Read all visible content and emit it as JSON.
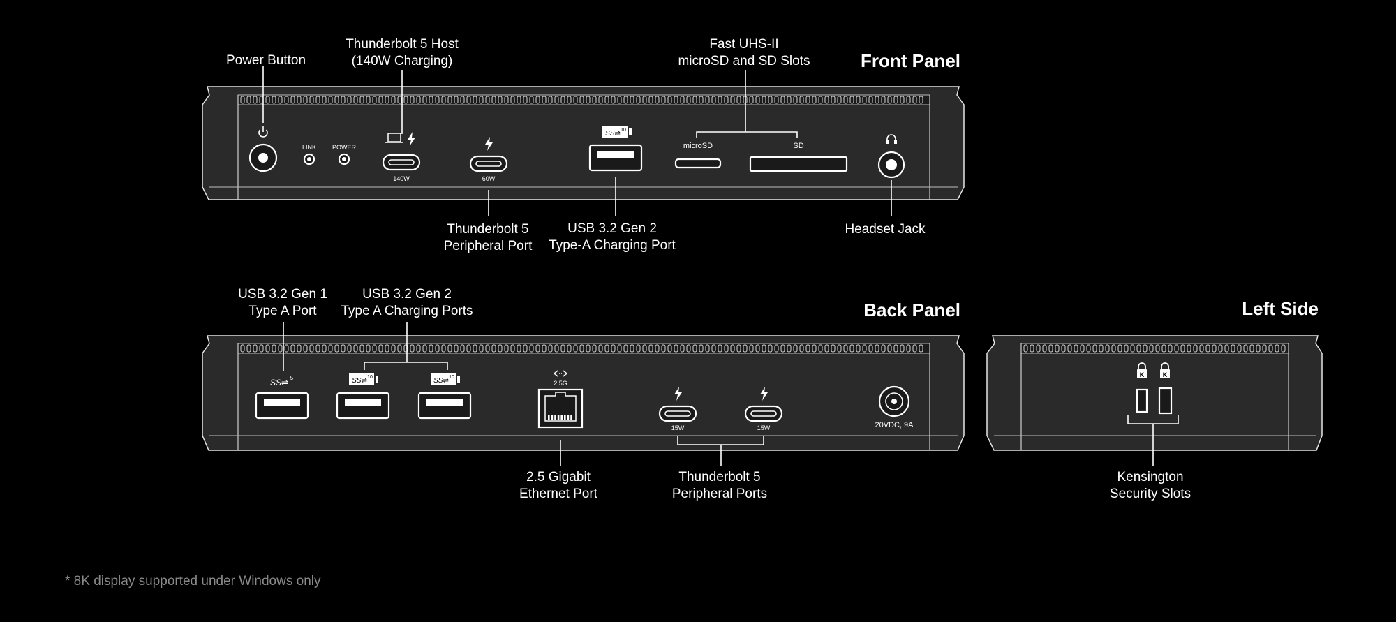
{
  "panels": {
    "front": "Front Panel",
    "back": "Back Panel",
    "left": "Left Side"
  },
  "front_labels": {
    "power_button": "Power Button",
    "tb5_host_line1": "Thunderbolt 5 Host",
    "tb5_host_line2": "(140W Charging)",
    "sd_line1": "Fast UHS-II",
    "sd_line2": "microSD and SD Slots",
    "tb5_periph_line1": "Thunderbolt 5",
    "tb5_periph_line2": "Peripheral Port",
    "usb_a_line1": "USB 3.2 Gen 2",
    "usb_a_line2": "Type-A Charging Port",
    "headset": "Headset Jack"
  },
  "front_marks": {
    "link": "LINK",
    "power": "POWER",
    "w140": "140W",
    "w60": "60W",
    "microsd": "microSD",
    "sd": "SD"
  },
  "back_labels": {
    "gen1_line1": "USB 3.2 Gen 1",
    "gen1_line2": "Type A Port",
    "gen2_line1": "USB 3.2 Gen 2",
    "gen2_line2": "Type A Charging Ports",
    "eth_line1": "2.5 Gigabit",
    "eth_line2": "Ethernet Port",
    "tb5_line1": "Thunderbolt 5",
    "tb5_line2": "Peripheral Ports"
  },
  "back_marks": {
    "eth_speed": "2.5G",
    "w15a": "15W",
    "w15b": "15W",
    "dc": "20VDC, 9A"
  },
  "left_labels": {
    "kens_line1": "Kensington",
    "kens_line2": "Security Slots"
  },
  "footnote": "* 8K display supported under Windows only",
  "icons": [
    "power-icon",
    "laptop-icon",
    "thunderbolt-icon",
    "usb-ss10-icon",
    "usb-ss5-icon",
    "headset-icon",
    "ethernet-icon",
    "kensington-lock-icon"
  ]
}
